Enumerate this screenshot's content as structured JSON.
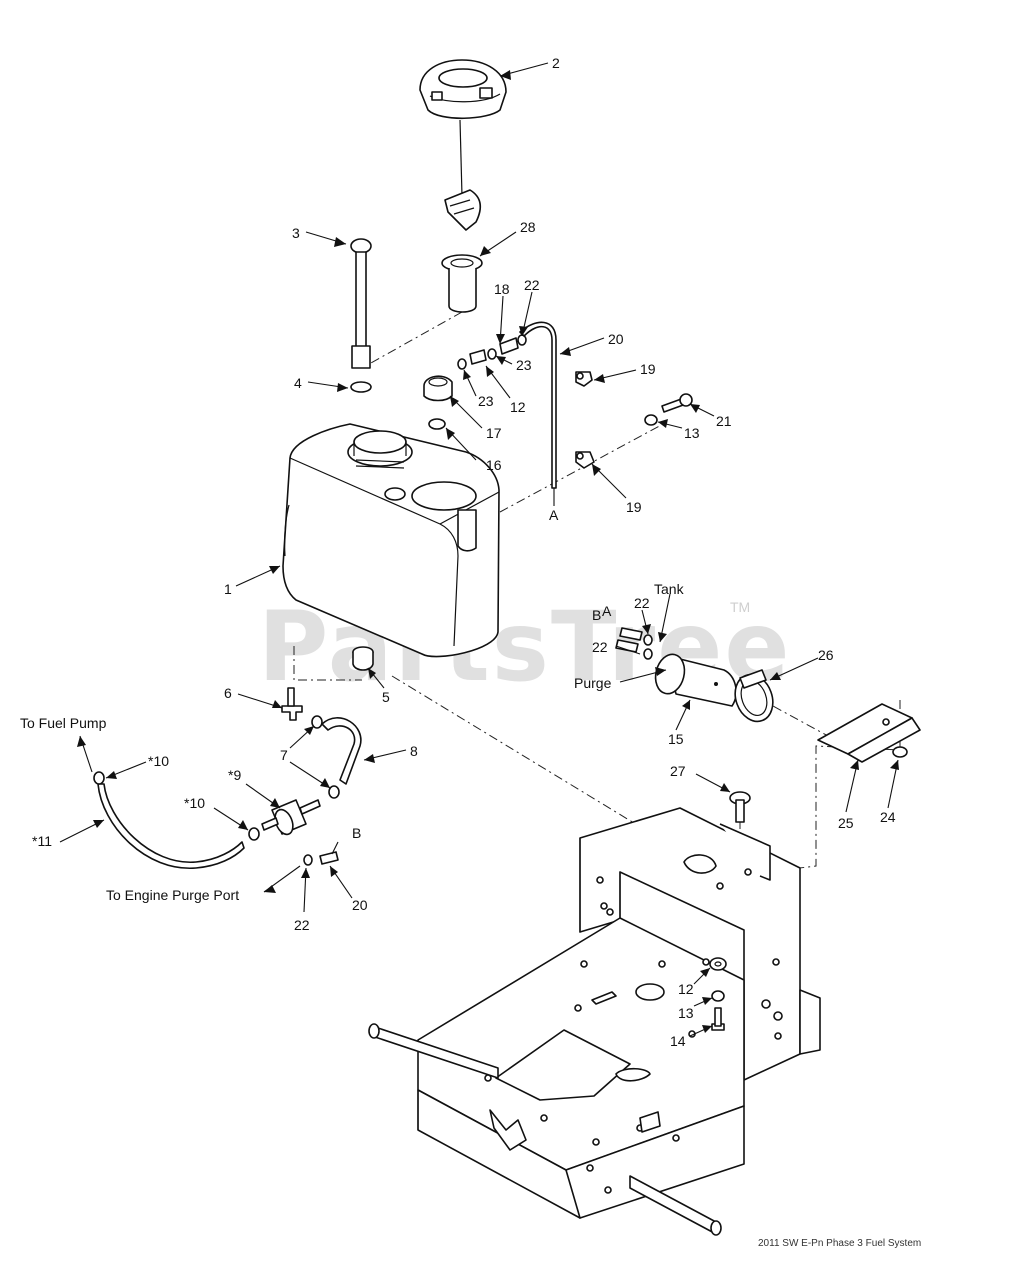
{
  "watermark": {
    "text": "PartsTree",
    "trademark": "TM"
  },
  "footer": "2011 SW E-Pn Phase 3 Fuel System",
  "callouts": [
    {
      "id": "c1",
      "text": "1"
    },
    {
      "id": "c2",
      "text": "2"
    },
    {
      "id": "c3",
      "text": "3"
    },
    {
      "id": "c4",
      "text": "4"
    },
    {
      "id": "c5",
      "text": "5"
    },
    {
      "id": "c6",
      "text": "6"
    },
    {
      "id": "c7",
      "text": "7"
    },
    {
      "id": "c8",
      "text": "8"
    },
    {
      "id": "c9",
      "text": "*9"
    },
    {
      "id": "c10a",
      "text": "*10"
    },
    {
      "id": "c10b",
      "text": "*10"
    },
    {
      "id": "c11",
      "text": "*11"
    },
    {
      "id": "c12a",
      "text": "12"
    },
    {
      "id": "c12b",
      "text": "12"
    },
    {
      "id": "c13a",
      "text": "13"
    },
    {
      "id": "c13b",
      "text": "13"
    },
    {
      "id": "c14",
      "text": "14"
    },
    {
      "id": "c15",
      "text": "15"
    },
    {
      "id": "c16",
      "text": "16"
    },
    {
      "id": "c17",
      "text": "17"
    },
    {
      "id": "c18",
      "text": "18"
    },
    {
      "id": "c19a",
      "text": "19"
    },
    {
      "id": "c19b",
      "text": "19"
    },
    {
      "id": "c20a",
      "text": "20"
    },
    {
      "id": "c20b",
      "text": "20"
    },
    {
      "id": "c21",
      "text": "21"
    },
    {
      "id": "c22a",
      "text": "22"
    },
    {
      "id": "c22b",
      "text": "22"
    },
    {
      "id": "c22c",
      "text": "22"
    },
    {
      "id": "c22d",
      "text": "22"
    },
    {
      "id": "c23a",
      "text": "23"
    },
    {
      "id": "c23b",
      "text": "23"
    },
    {
      "id": "c24",
      "text": "24"
    },
    {
      "id": "c25",
      "text": "25"
    },
    {
      "id": "c26",
      "text": "26"
    },
    {
      "id": "c27",
      "text": "27"
    },
    {
      "id": "c28",
      "text": "28"
    },
    {
      "id": "cA1",
      "text": "A"
    },
    {
      "id": "cA2",
      "text": "A"
    },
    {
      "id": "cB1",
      "text": "B"
    },
    {
      "id": "cB2",
      "text": "B"
    }
  ],
  "annotations": {
    "to_fuel_pump": "To Fuel Pump",
    "to_engine_purge_port": "To Engine Purge Port",
    "tank": "Tank",
    "purge": "Purge"
  }
}
